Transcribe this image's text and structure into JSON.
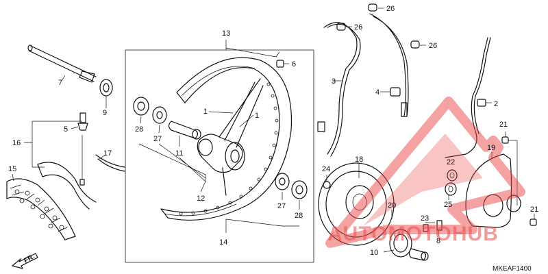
{
  "diagram": {
    "code": "MKEAF1400",
    "direction_label": "FR.",
    "callouts": [
      "13",
      "6",
      "7",
      "9",
      "1",
      "1",
      "28",
      "27",
      "11",
      "16",
      "5",
      "17",
      "15",
      "12",
      "14",
      "27",
      "28",
      "3",
      "26",
      "26",
      "26",
      "4",
      "2",
      "24",
      "18",
      "21",
      "19",
      "22",
      "25",
      "20",
      "23",
      "8",
      "10",
      "21"
    ],
    "watermark": {
      "text": "AUTOMOTOHUB",
      "color": "#e84a4a"
    }
  }
}
